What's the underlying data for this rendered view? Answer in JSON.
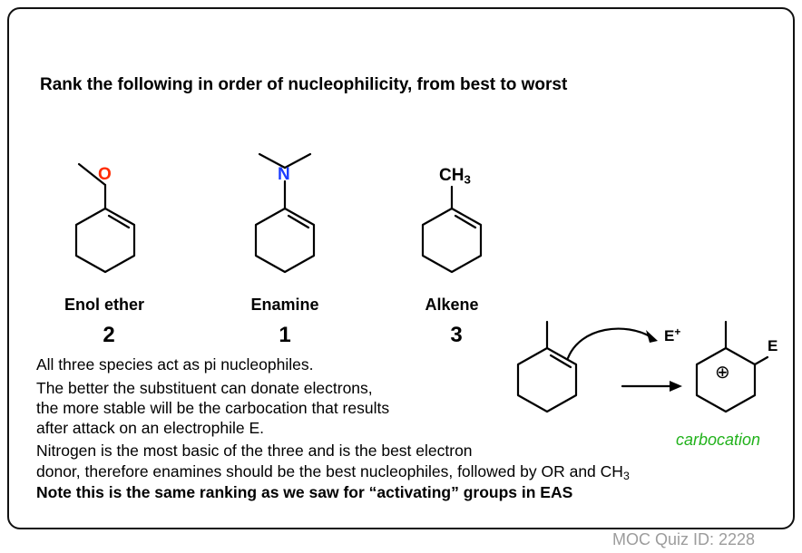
{
  "question": "Rank the following in order of nucleophilicity, from best to worst",
  "molecules": [
    {
      "name": "Enol ether",
      "rank": "2",
      "atom": "O",
      "atom_color": "#ff2a00"
    },
    {
      "name": "Enamine",
      "rank": "1",
      "atom": "N",
      "atom_color": "#1b3cff"
    },
    {
      "name": "Alkene",
      "rank": "3",
      "group": "CH",
      "group_sub": "3"
    }
  ],
  "reaction": {
    "electrophile": "E",
    "electrophile_charge": "+",
    "product_group": "E",
    "plus_symbol": "⊕",
    "product_label": "carbocation"
  },
  "explanation": {
    "line1": "All three species act as pi nucleophiles.",
    "line2": "The better the substituent can donate electrons,",
    "line3": "the more stable will be the carbocation that results",
    "line4": "after attack on an electrophile E.",
    "line5": "Nitrogen is the most basic of the three and is the best electron",
    "line6": "donor, therefore enamines should be the best nucleophiles, followed by OR and CH",
    "line6_sub": "3",
    "note": "Note this is the same ranking as we saw for “activating” groups in EAS"
  },
  "quiz_id": "MOC Quiz ID: 2228",
  "colors": {
    "oxygen": "#ff2a00",
    "nitrogen": "#1b3cff",
    "carbocation_label": "#22b21c",
    "quiz_id": "#9c9c9c"
  }
}
